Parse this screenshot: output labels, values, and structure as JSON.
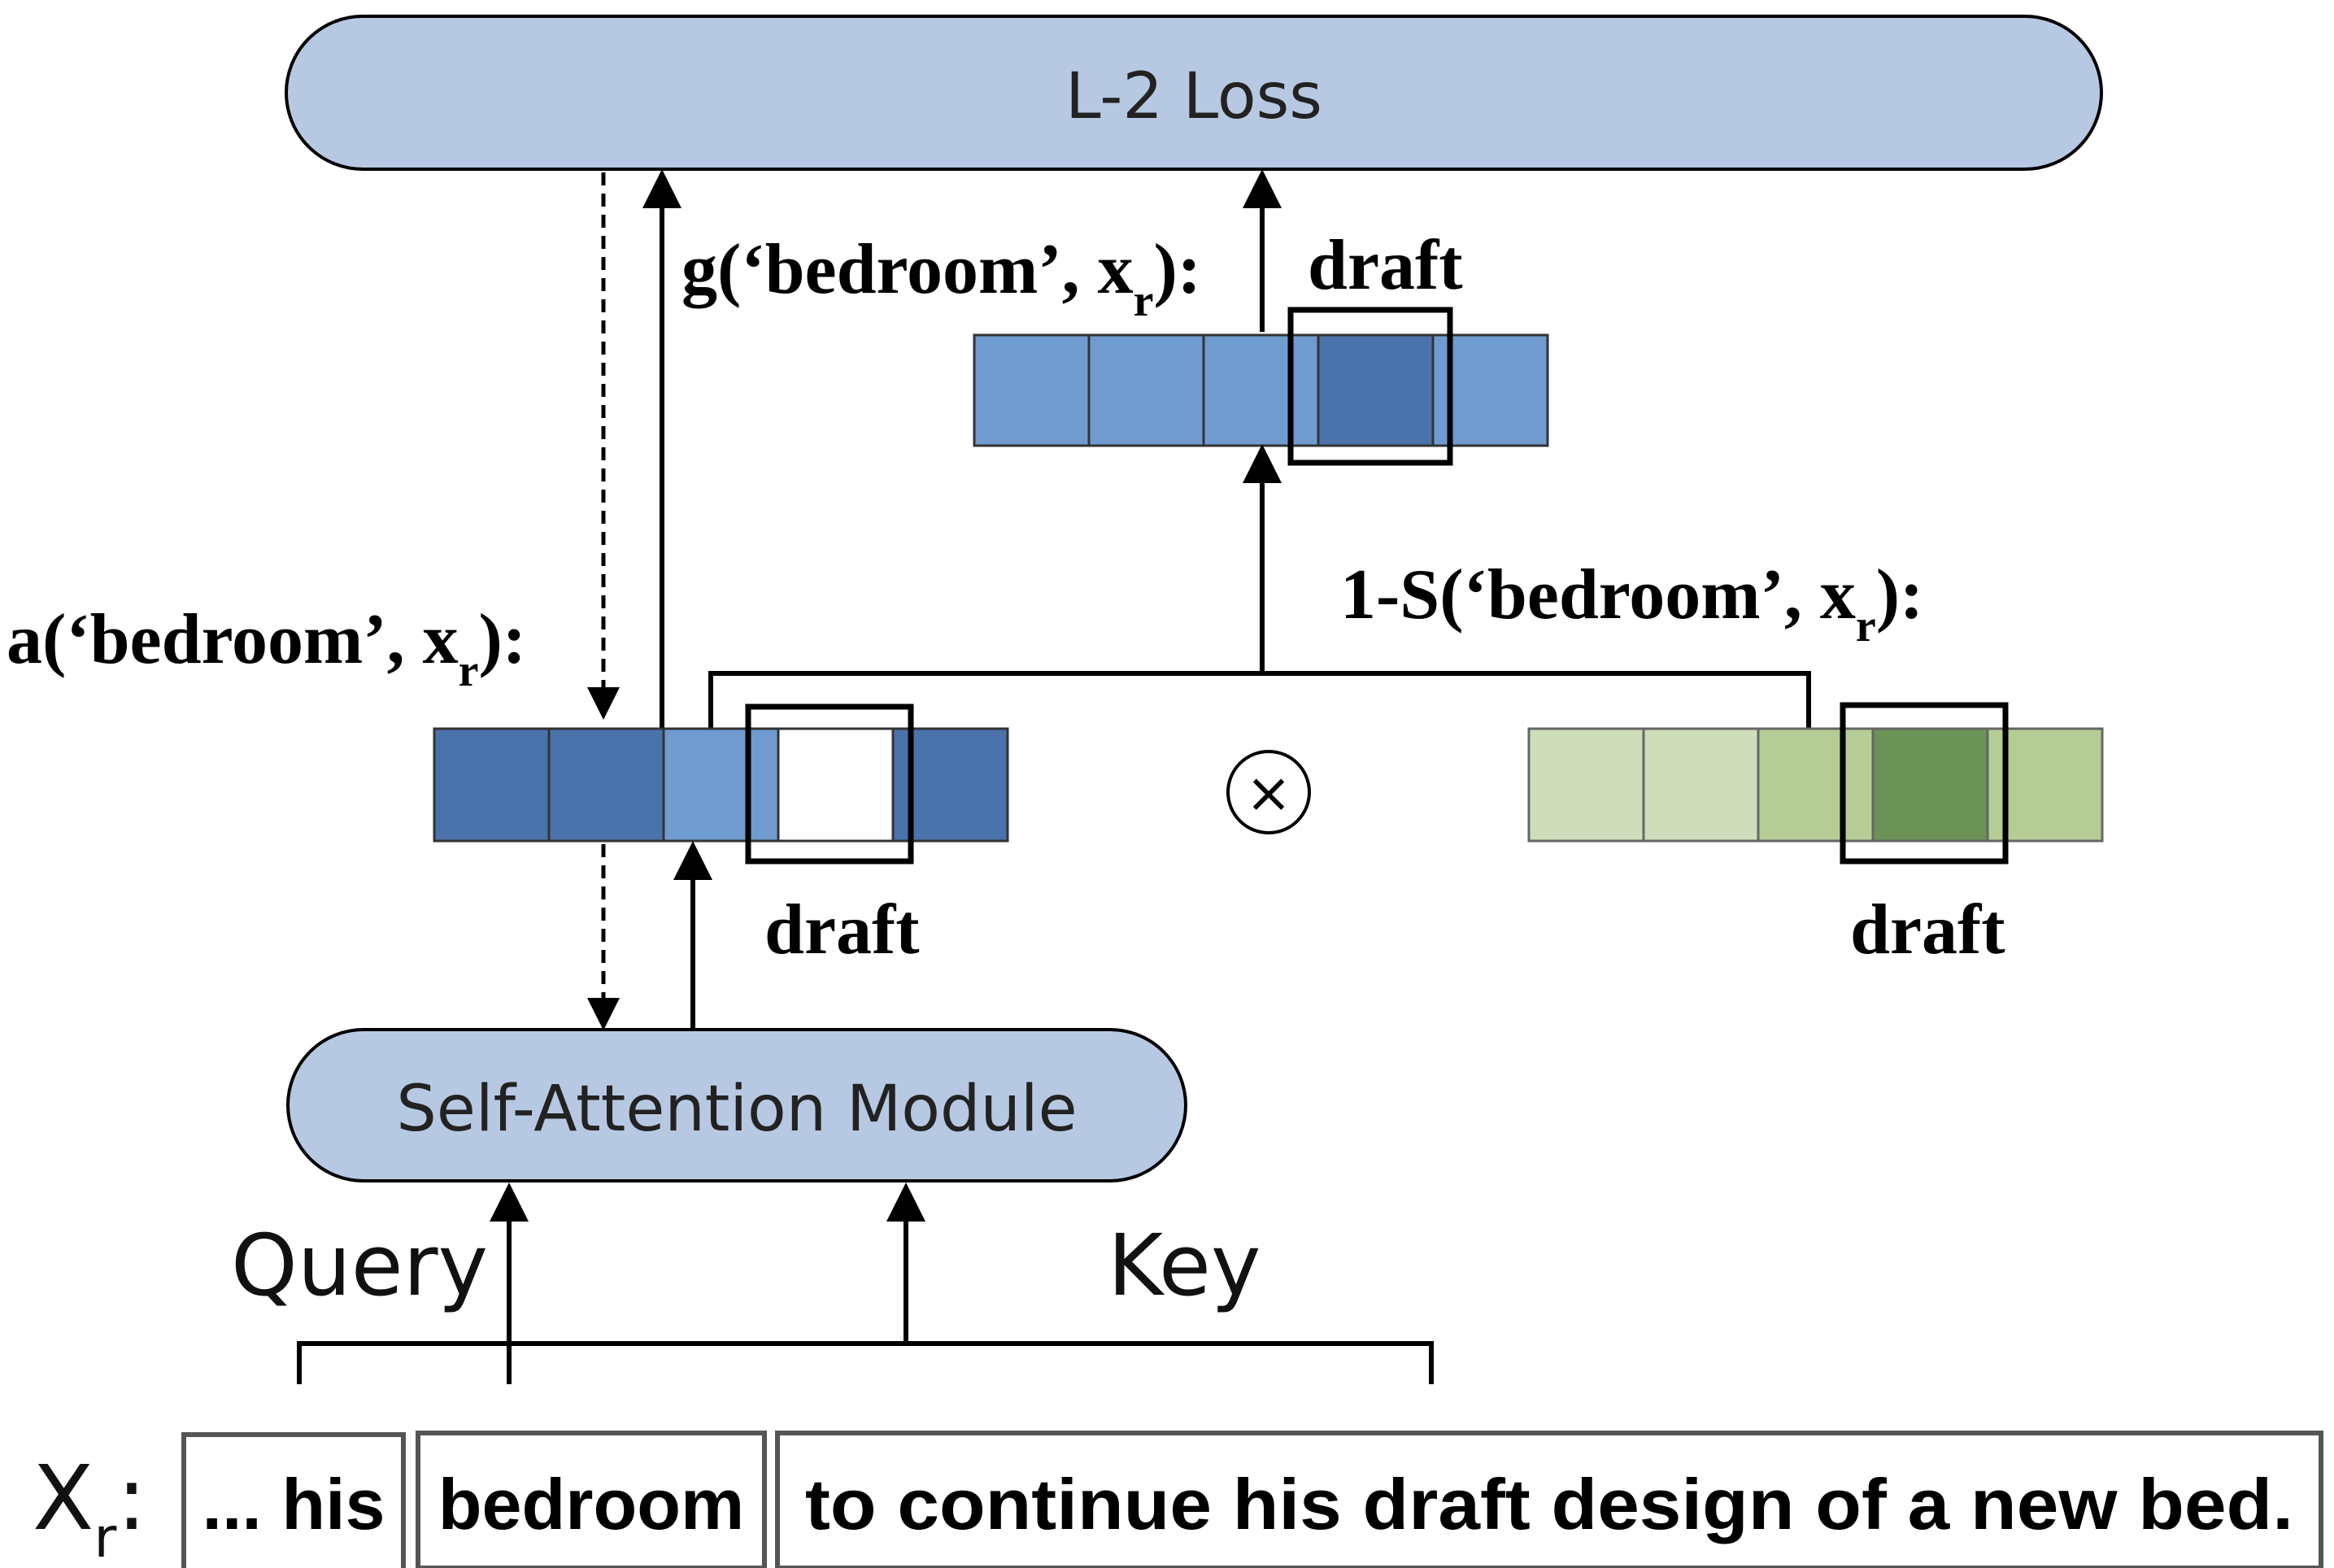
{
  "loss_box": {
    "label": "L-2 Loss"
  },
  "attention_box": {
    "label": "Self-Attention Module"
  },
  "inputs": {
    "query_label": "Query",
    "key_label": "Key"
  },
  "g_vector": {
    "label_main": "g(‘bedroom’, x",
    "label_sub": "r",
    "label_end": "):",
    "highlight_label": "draft",
    "cell_colors": [
      "#6f9bcf",
      "#6f9bcf",
      "#6f9bcf",
      "#4a73ab",
      "#6f9bcf"
    ]
  },
  "a_vector": {
    "label_main": "a(‘bedroom’, x",
    "label_sub": "r",
    "label_end": "):",
    "highlight_label": "draft",
    "cell_colors": [
      "#4a73ab",
      "#4a73ab",
      "#6f9bcf",
      "#ffffff",
      "#4a73ab"
    ]
  },
  "s_vector": {
    "label_main": "1-S(‘bedroom’, x",
    "label_sub": "r",
    "label_end": "):",
    "highlight_label": "draft",
    "cell_colors": [
      "#d0ddbb",
      "#d0ddbb",
      "#b5cc95",
      "#6b9358",
      "#b5cc95"
    ]
  },
  "multiply_symbol": "×",
  "sentence": {
    "var_main": "X",
    "var_sub": "r",
    "colon": ":",
    "tokens": [
      "... his",
      "bedroom",
      "to continue his draft design of a new bed."
    ]
  },
  "colors": {
    "box_fill": "#b7c8e2",
    "blue_dark": "#4a73ab",
    "blue_light": "#6f9bcf",
    "green_dark": "#6b9358",
    "green_mid": "#b5cc95",
    "green_light": "#d0ddbb"
  }
}
